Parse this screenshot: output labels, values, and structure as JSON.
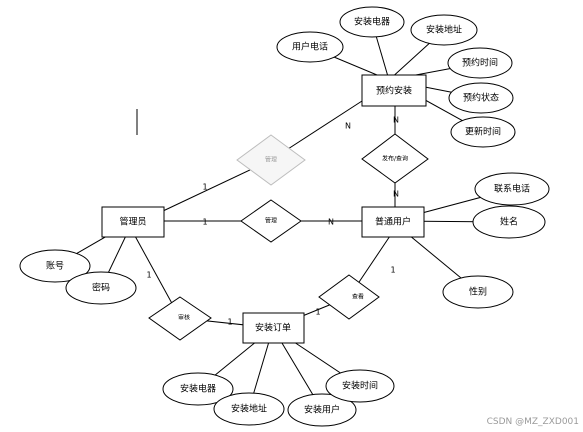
{
  "entities": {
    "appointment": "预约安装",
    "admin": "管理员",
    "user": "普通用户",
    "order": "安装订单"
  },
  "relationships": {
    "manage": "管理",
    "handle": "管理",
    "publish_query": "发布/查询",
    "review": "审核",
    "view": "查看"
  },
  "attributes": {
    "appointment": [
      "用户电话",
      "安装电器",
      "安装地址",
      "预约时间",
      "预约状态",
      "更新时间"
    ],
    "admin": [
      "账号",
      "密码"
    ],
    "user": [
      "联系电话",
      "姓名",
      "性别"
    ],
    "order": [
      "安装电器",
      "安装地址",
      "安装用户",
      "安装时间"
    ]
  },
  "cardinalities": {
    "appointment_manage": "N",
    "admin_manage": "1",
    "admin_handle": "1",
    "user_handle": "N",
    "appointment_publish": "N",
    "user_publish": "N",
    "admin_review": "1",
    "order_review": "1",
    "order_view": "1",
    "user_view": "1"
  },
  "watermark": "CSDN @MZ_ZXD001"
}
